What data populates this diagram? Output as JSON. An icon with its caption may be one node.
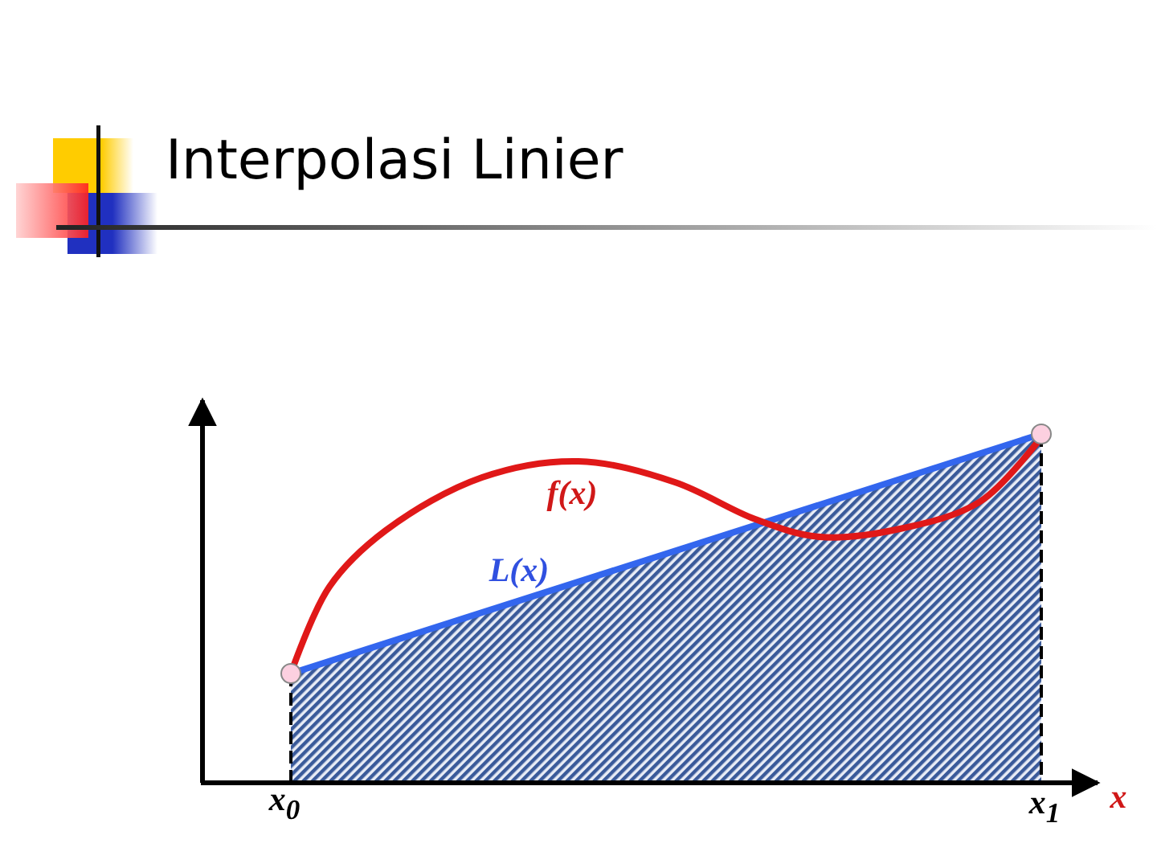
{
  "diagram": {
    "title": "Interpolasi Linier",
    "labels": [
      "f(x)",
      "L(x)",
      "x$_{0}$",
      "x$_{1}$",
      "x"
    ]
  }
}
